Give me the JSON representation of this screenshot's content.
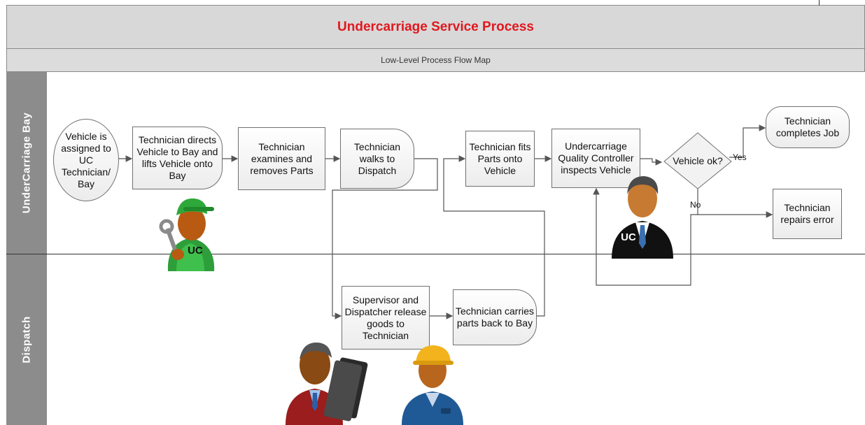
{
  "header": {
    "title": "Undercarriage Service Process",
    "subtitle": "Low-Level Process Flow Map"
  },
  "lanes": [
    {
      "label": "UnderCarriage Bay"
    },
    {
      "label": "Dispatch"
    }
  ],
  "steps": {
    "s1": "Vehicle is assigned to UC Technician/ Bay",
    "s2": "Technician directs Vehicle to Bay and lifts Vehicle onto Bay",
    "s3": "Technician examines and removes Parts",
    "s4": "Technician walks to Dispatch",
    "s5": "Technician fits Parts onto Vehicle",
    "s6": "Undercarriage Quality Controller inspects Vehicle",
    "decision": "Vehicle ok?",
    "s7": "Technician completes Job",
    "s8": "Technician repairs error",
    "d1": "Supervisor and Dispatcher release goods to Technician",
    "d2": "Technician carries parts back to Bay"
  },
  "edge_labels": {
    "yes": "Yes",
    "no": "No"
  },
  "badges": {
    "technician": "UC",
    "controller": "UC"
  },
  "colors": {
    "title_red": "#e0191f",
    "lane_gray": "#8c8c8c",
    "connector": "#555555"
  }
}
